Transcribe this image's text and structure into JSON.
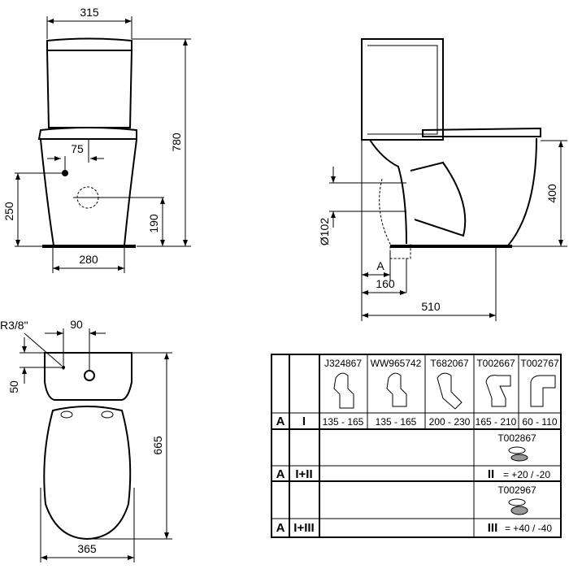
{
  "front_view": {
    "width_top": "315",
    "height_total": "780",
    "inlet_offset": "75",
    "inlet_height": "250",
    "outlet_height": "190",
    "base_width": "280"
  },
  "side_view": {
    "bowl_height": "400",
    "outlet_diameter": "Ø102",
    "dim_a": "A",
    "outlet_distance": "160",
    "depth": "510"
  },
  "top_view": {
    "inlet_thread": "R3/8\"",
    "inlet_spacing": "90",
    "inlet_depth": "50",
    "length": "665",
    "width": "365"
  },
  "table": {
    "products": [
      "J324867",
      "WW965742",
      "T682067",
      "T002667",
      "T002767"
    ],
    "row1": {
      "a": "A",
      "code": "I",
      "values": [
        "135 - 165",
        "135 - 165",
        "200 - 230",
        "165 - 210",
        "60 - 110"
      ]
    },
    "row2": {
      "product": "T002867",
      "a": "A",
      "code": "I+II",
      "roman": "II",
      "range": "= +20 / -20"
    },
    "row3": {
      "product": "T002967",
      "a": "A",
      "code": "I+III",
      "roman": "III",
      "range": "= +40 / -40"
    }
  }
}
